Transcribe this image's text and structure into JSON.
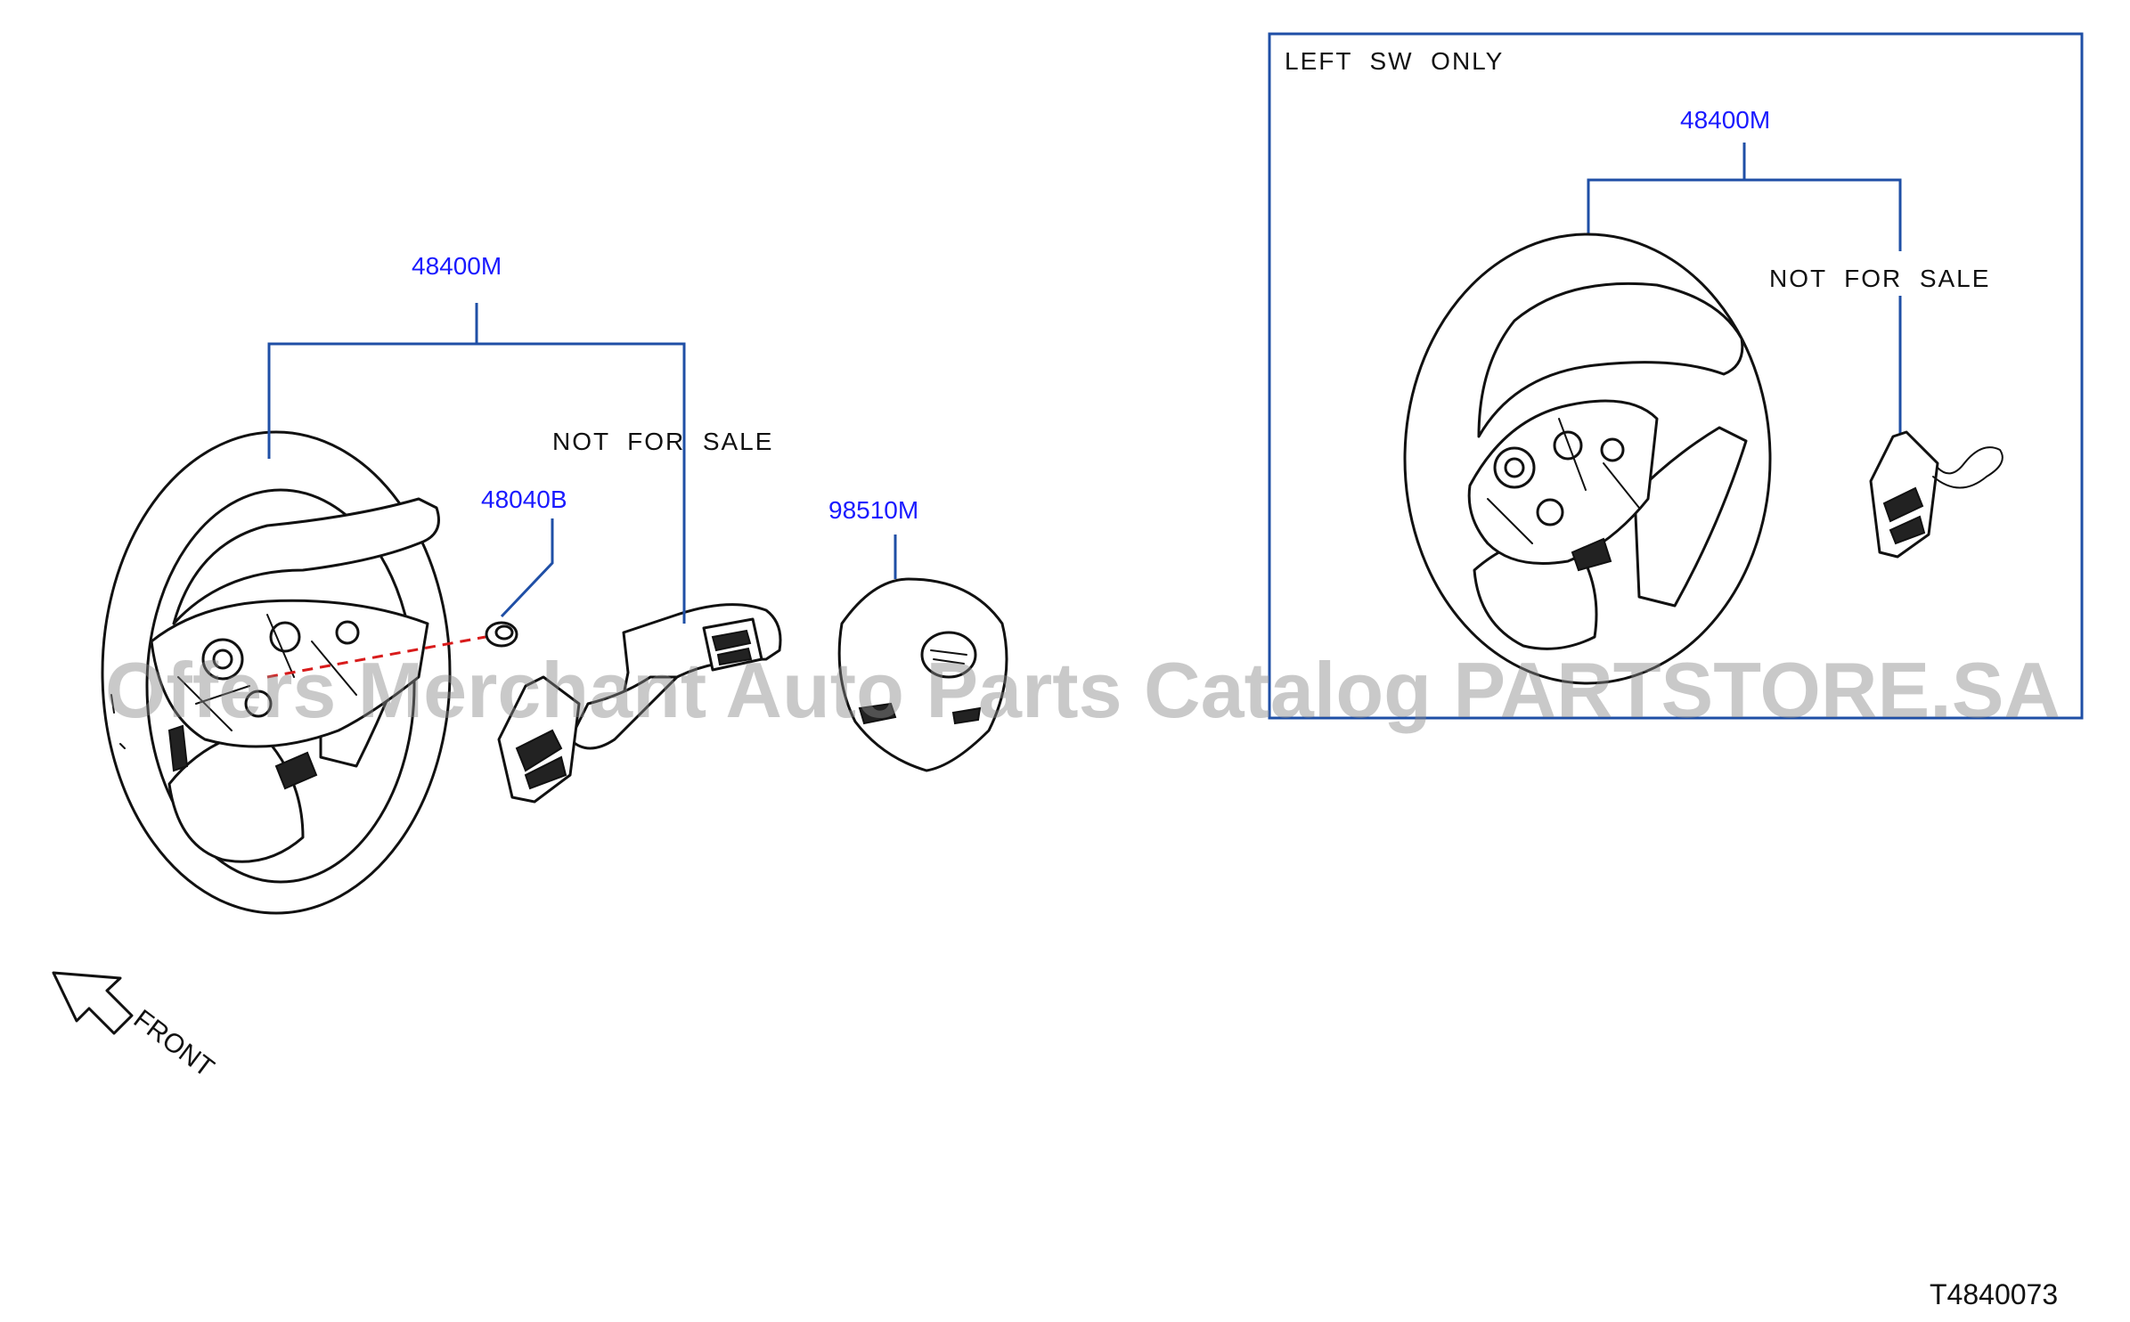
{
  "labels": {
    "main_wheel_part": "48400M",
    "nut_part": "48040B",
    "airbag_part": "98510M",
    "main_note": "NOT  FOR  SALE",
    "inset_title": "LEFT  SW  ONLY",
    "inset_wheel_part": "48400M",
    "inset_note": "NOT  FOR  SALE",
    "front_label": "FRONT",
    "diagram_id": "T4840073"
  },
  "watermark": "Offers Merchant Auto Parts Catalog PARTSTORE.SA",
  "colors": {
    "part_label": "#1a1aff",
    "leader_line": "#1f4fa6",
    "ink": "#111111",
    "watermark": "#8a8a8a",
    "dashed_line": "#d81b1b"
  }
}
